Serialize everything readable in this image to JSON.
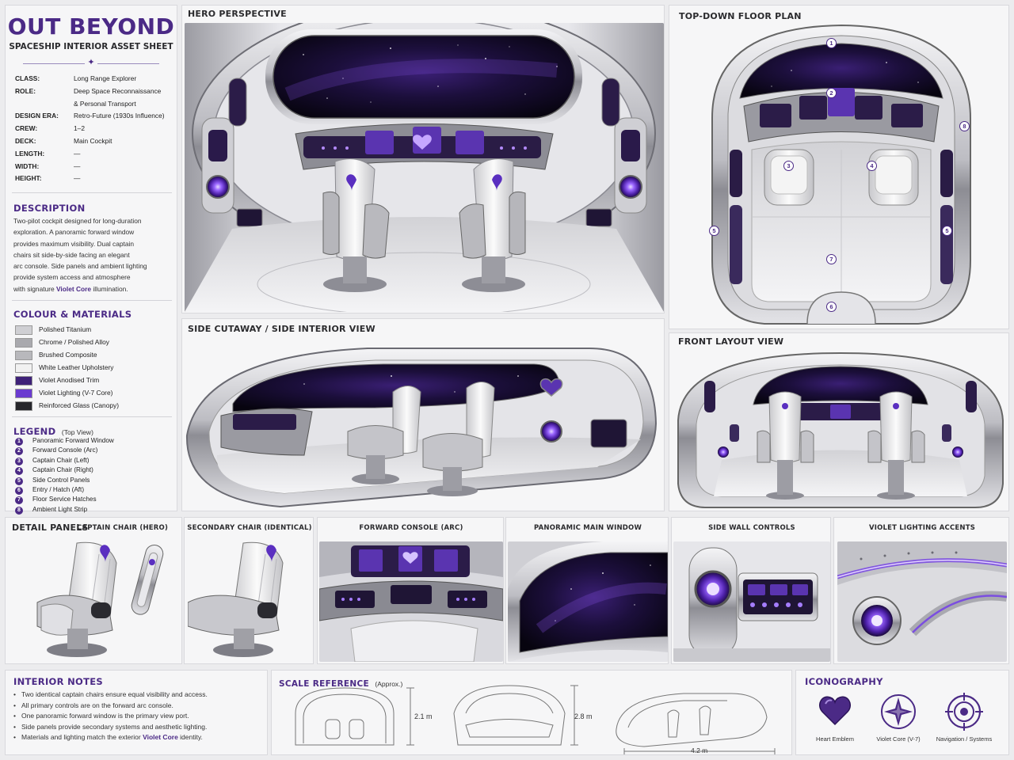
{
  "sheet": {
    "title": "OUT BEYOND",
    "subtitle": "SPACESHIP INTERIOR ASSET SHEET"
  },
  "specs": [
    {
      "label": "CLASS:",
      "value": "Long Range Explorer"
    },
    {
      "label": "ROLE:",
      "value": "Deep Space Reconnaissance"
    },
    {
      "label": "",
      "value": "& Personal Transport"
    },
    {
      "label": "DESIGN ERA:",
      "value": "Retro-Future (1930s Influence)"
    },
    {
      "label": "CREW:",
      "value": "1–2"
    },
    {
      "label": "DECK:",
      "value": "Main Cockpit"
    },
    {
      "label": "LENGTH:",
      "value": "—"
    },
    {
      "label": "WIDTH:",
      "value": "—"
    },
    {
      "label": "HEIGHT:",
      "value": "—"
    }
  ],
  "description": {
    "heading": "DESCRIPTION",
    "lines": [
      "Two-pilot cockpit designed for long-duration",
      "exploration. A panoramic forward window",
      "provides maximum visibility. Dual captain",
      "chairs sit side-by-side facing an elegant",
      "arc console. Side panels and ambient lighting",
      "provide system access and atmosphere"
    ],
    "last_prefix": "with signature ",
    "last_highlight": "Violet Core",
    "last_suffix": " illumination."
  },
  "materials": {
    "heading": "COLOUR & MATERIALS",
    "items": [
      {
        "name": "Polished Titanium",
        "color": "#cfcfd3"
      },
      {
        "name": "Chrome / Polished Alloy",
        "color": "#a9a9ae"
      },
      {
        "name": "Brushed Composite",
        "color": "#b8b8bc"
      },
      {
        "name": "White Leather Upholstery",
        "color": "#f1f1f1"
      },
      {
        "name": "Violet Anodised Trim",
        "color": "#3e2178"
      },
      {
        "name": "Violet Lighting (V-7 Core)",
        "color": "#6a3bd0"
      },
      {
        "name": "Reinforced Glass (Canopy)",
        "color": "#26262b"
      }
    ]
  },
  "legend": {
    "heading": "LEGEND",
    "heading_note": "(Top View)",
    "items": [
      {
        "num": "1",
        "name": "Panoramic Forward Window"
      },
      {
        "num": "2",
        "name": "Forward Console (Arc)"
      },
      {
        "num": "3",
        "name": "Captain Chair (Left)"
      },
      {
        "num": "4",
        "name": "Captain Chair (Right)"
      },
      {
        "num": "5",
        "name": "Side Control Panels"
      },
      {
        "num": "6",
        "name": "Entry / Hatch (Aft)"
      },
      {
        "num": "7",
        "name": "Floor Service Hatches"
      },
      {
        "num": "8",
        "name": "Ambient Light Strip"
      }
    ]
  },
  "views": {
    "hero": "HERO PERSPECTIVE",
    "top": "TOP-DOWN FLOOR PLAN",
    "side": "SIDE CUTAWAY / SIDE INTERIOR VIEW",
    "front": "FRONT LAYOUT VIEW"
  },
  "floorplan_markers": [
    "1",
    "2",
    "3",
    "4",
    "5",
    "5",
    "6",
    "7",
    "8"
  ],
  "detail": {
    "heading": "DETAIL PANELS",
    "captain": "CAPTAIN CHAIR (HERO)",
    "secondary": "SECONDARY CHAIR (IDENTICAL)",
    "console": "FORWARD CONSOLE (ARC)",
    "window": "PANORAMIC MAIN WINDOW",
    "side": "SIDE WALL CONTROLS",
    "violet": "VIOLET LIGHTING ACCENTS"
  },
  "notes": {
    "heading": "INTERIOR NOTES",
    "items": [
      "Two identical captain chairs ensure equal visibility and access.",
      "All primary controls are on the forward arc console.",
      "One panoramic forward window is the primary view port.",
      "Side panels provide secondary systems and aesthetic lighting."
    ],
    "last_prefix": "Materials and lighting match the exterior ",
    "last_highlight": "Violet Core",
    "last_suffix": " identity."
  },
  "scale": {
    "heading": "SCALE REFERENCE",
    "heading_note": "(Approx.)",
    "height_a": "2.1 m",
    "height_b": "2.8 m",
    "length": "4.2 m"
  },
  "iconography": {
    "heading": "ICONOGRAPHY",
    "items": [
      {
        "icon": "heart-icon",
        "label": "Heart Emblem"
      },
      {
        "icon": "star-icon",
        "label": "Violet Core (V-7)"
      },
      {
        "icon": "crosshair-icon",
        "label": "Navigation / Systems"
      }
    ]
  },
  "colors": {
    "accent": "#4b2a86",
    "violet_glow": "#7b4ee0",
    "space": "#120a26"
  }
}
